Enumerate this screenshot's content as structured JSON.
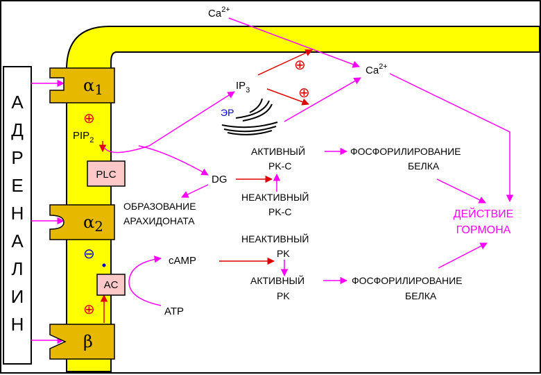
{
  "hormone_letters": [
    "А",
    "Д",
    "Р",
    "Е",
    "Н",
    "А",
    "Л",
    "И",
    "Н"
  ],
  "receptors": {
    "alpha1": {
      "greek": "α",
      "sub": "1"
    },
    "alpha2": {
      "greek": "α",
      "sub": "2"
    },
    "beta": {
      "greek": "β"
    }
  },
  "enzymes": {
    "plc": "PLC",
    "ac": "AC"
  },
  "signs": {
    "plus": "⊕",
    "minus": "⊖"
  },
  "molecules": {
    "ca_base": "Ca",
    "ca_sup": "2+",
    "ip3_base": "IP",
    "ip3_sub": "3",
    "pip2_base": "PIP",
    "pip2_sub": "2",
    "dg": "DG",
    "camp": "cAMP",
    "atp": "ATP",
    "er": "ЭР"
  },
  "labels": {
    "active_pkc_1": "АКТИВНЫЙ",
    "active_pkc_2": "PK-C",
    "inactive_pkc_1": "НЕАКТИВНЫЙ",
    "inactive_pkc_2": "PK-C",
    "phos1_1": "ФОСФОРИЛИРОВАНИЕ",
    "phos1_2": "БЕЛКА",
    "arach_1": "ОБРАЗОВАНИЕ",
    "arach_2": "АРАХИДОНАТА",
    "inactive_pk_1": "НЕАКТИВНЫЙ",
    "inactive_pk_2": "PK",
    "active_pk_1": "АКТИВНЫЙ",
    "active_pk_2": "PK",
    "phos2_1": "ФОСФОРИЛИРОВАНИЕ",
    "phos2_2": "БЕЛКА",
    "effect_1": "ДЕЙСТВИЕ",
    "effect_2": "ГОРМОНА"
  },
  "colors": {
    "membrane": "#ffff00",
    "membrane_edge": "#000000",
    "receptor": "#e6b800",
    "enzyme_box": "#ffc8c8",
    "arrow_magenta": "#ff00ff",
    "arrow_red": "#e00000",
    "er_text": "#0000cc"
  }
}
